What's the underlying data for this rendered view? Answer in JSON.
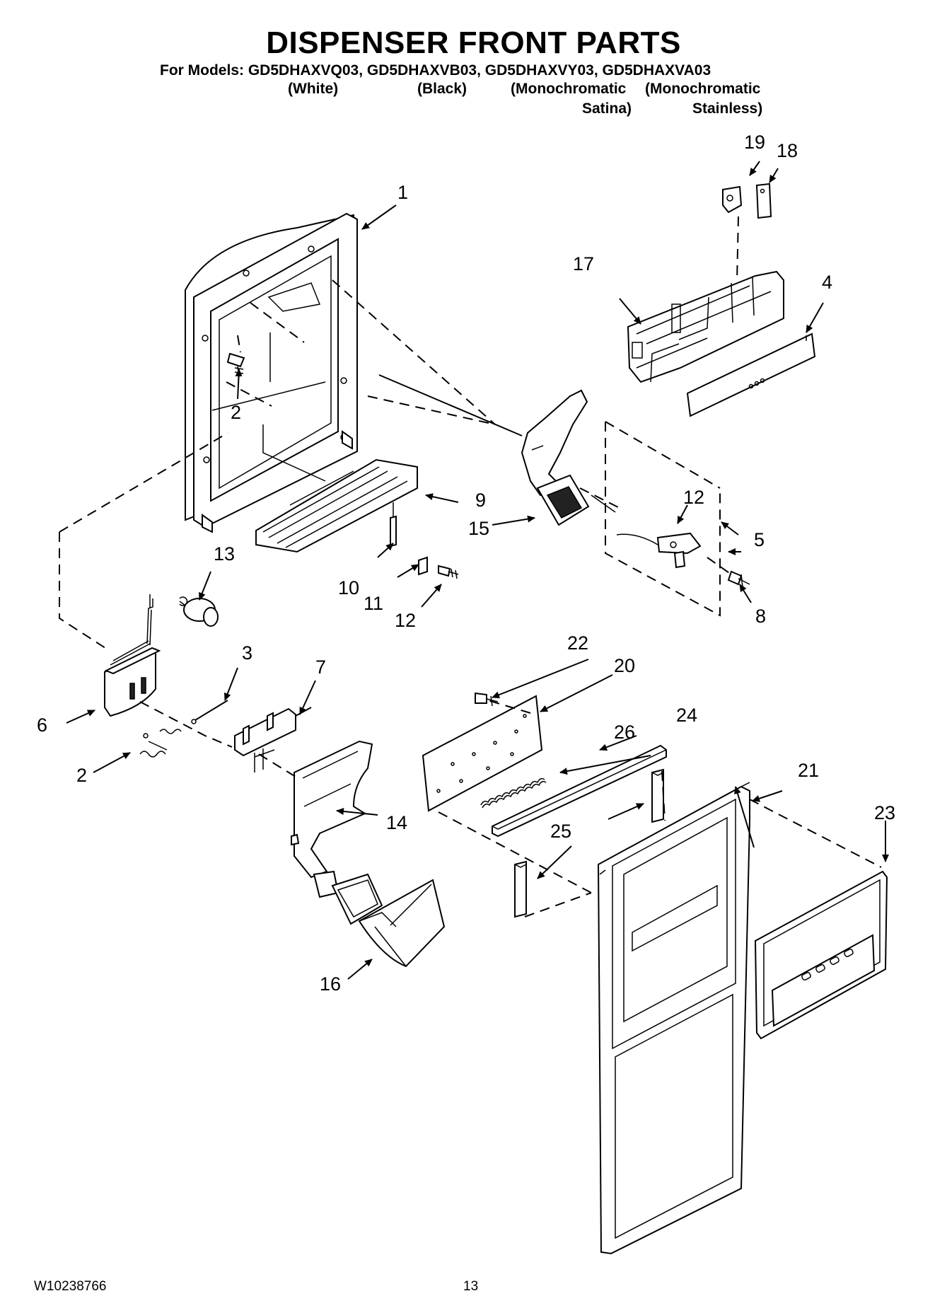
{
  "title": "DISPENSER FRONT PARTS",
  "models": {
    "prefix": "For Models:",
    "list": "GD5DHAXVQ03, GD5DHAXVB03, GD5DHAXVY03, GD5DHAXVA03",
    "variants": [
      "(White)",
      "(Black)",
      "(Monochromatic",
      "(Monochromatic"
    ],
    "variants_line2": [
      "Satina)",
      "Stainless)"
    ]
  },
  "callouts": [
    "1",
    "2",
    "2",
    "3",
    "4",
    "5",
    "6",
    "7",
    "8",
    "9",
    "10",
    "11",
    "12",
    "12",
    "13",
    "14",
    "15",
    "16",
    "17",
    "18",
    "19",
    "20",
    "21",
    "22",
    "23",
    "24",
    "25",
    "26"
  ],
  "footer": {
    "doc_number": "W10238766",
    "page": "13"
  }
}
